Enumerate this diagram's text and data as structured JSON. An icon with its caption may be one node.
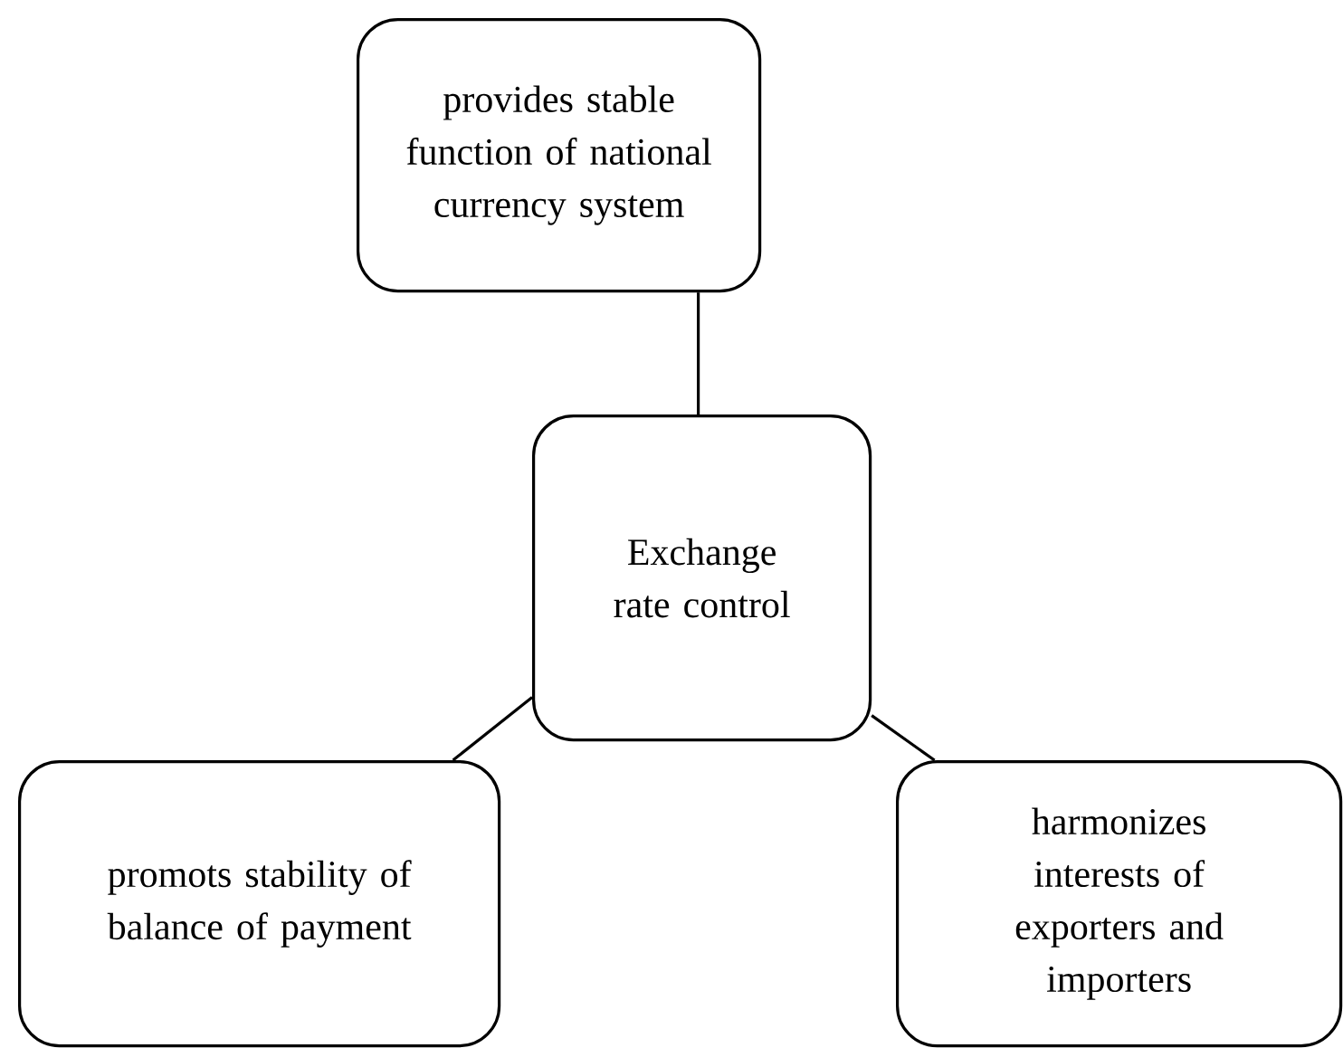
{
  "diagram": {
    "nodes": [
      {
        "text": [
          "provides stable function of national currency system"
        ]
      },
      {
        "text": [
          "Exchange rate control"
        ]
      },
      {
        "text": [
          "promots stability of balance of payment"
        ]
      },
      {
        "text": [
          "harmonizes interests of exporters and importers"
        ]
      }
    ],
    "edges": [
      {
        "from": 0,
        "to": 1,
        "arrow": "none"
      },
      {
        "from": 1,
        "to": 2,
        "arrow": "none"
      },
      {
        "from": 1,
        "to": 3,
        "arrow": "none"
      }
    ]
  }
}
